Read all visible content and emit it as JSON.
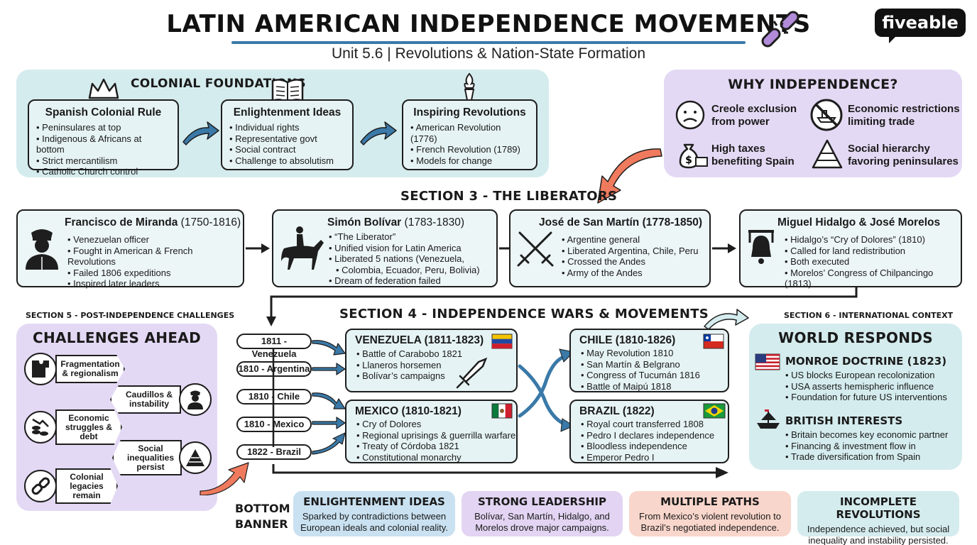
{
  "header": {
    "title": "LATIN AMERICAN INDEPENDENCE MOVEMENTS",
    "subtitle": "Unit 5.6 | Revolutions & Nation-State Formation",
    "logo": "fiveable"
  },
  "colonial": {
    "heading": "COLONIAL FOUNDATIONS",
    "cards": [
      {
        "title": "Spanish Colonial Rule",
        "items": [
          "Peninsulares at top",
          "Indigenous & Africans at bottom",
          "Strict mercantilism",
          "Catholic Church control"
        ]
      },
      {
        "title": "Enlightenment Ideas",
        "items": [
          "Individual rights",
          "Representative govt",
          "Social contract",
          "Challenge to absolutism"
        ]
      },
      {
        "title": "Inspiring Revolutions",
        "items": [
          "American Revolution (1776)",
          "French Revolution (1789)",
          "Models for change"
        ]
      }
    ]
  },
  "why": {
    "heading": "WHY INDEPENDENCE?",
    "items": [
      {
        "line1": "Creole exclusion",
        "line2": "from power"
      },
      {
        "line1": "Economic restrictions",
        "line2": "limiting trade"
      },
      {
        "line1": "High taxes",
        "line2": "benefiting Spain"
      },
      {
        "line1": "Social hierarchy",
        "line2": "favoring peninsulares"
      }
    ]
  },
  "section3": {
    "heading": "SECTION 3 - THE LIBERATORS",
    "cards": [
      {
        "name": "Francisco de Miranda",
        "years": "(1750-1816)",
        "items": [
          "Venezuelan officer",
          "Fought in American & French Revolutions",
          "Failed 1806 expeditions",
          "Inspired later leaders"
        ]
      },
      {
        "name": "Simón Bolívar",
        "years": "(1783-1830)",
        "items": [
          "“The Liberator”",
          "Unified vision for Latin America",
          "Liberated 5 nations (Venezuela,",
          "Colombia, Ecuador, Peru, Bolivia)",
          "Dream of federation failed"
        ]
      },
      {
        "name": "José de San Martín",
        "years": "(1778-1850)",
        "items": [
          "Argentine general",
          "Liberated Argentina, Chile, Peru",
          "Crossed the Andes",
          "Army of the Andes"
        ]
      },
      {
        "name": "Miguel Hidalgo & José Morelos",
        "years": "",
        "items": [
          "Hidalgo’s “Cry of Dolores” (1810)",
          "Called for land redistribution",
          "Both executed",
          "Morelos’ Congress of Chilpancingo (1813)"
        ]
      }
    ]
  },
  "section4": {
    "heading": "SECTION 4 - INDEPENDENCE WARS & MOVEMENTS",
    "timeline": [
      "1811 - Venezuela",
      "1810 - Argentina",
      "1810 - Chile",
      "1810 - Mexico",
      "1822 - Brazil"
    ],
    "cards": [
      {
        "title": "VENEZUELA (1811-1823)",
        "items": [
          "Battle of Carabobo 1821",
          "Llaneros horsemen",
          "Bolívar’s campaigns"
        ]
      },
      {
        "title": "MEXICO (1810-1821)",
        "items": [
          "Cry of Dolores",
          "Regional uprisings & guerrilla warfare",
          "Treaty of Córdoba 1821",
          "Constitutional monarchy"
        ]
      },
      {
        "title": "CHILE (1810-1826)",
        "items": [
          "May Revolution 1810",
          "San Martín & Belgrano",
          "Congress of Tucumán 1816",
          "Battle of Maipú 1818"
        ]
      },
      {
        "title": "BRAZIL (1822)",
        "items": [
          "Royal court transferred 1808",
          "Pedro I declares independence",
          "Bloodless independence",
          "Emperor Pedro I"
        ]
      }
    ]
  },
  "section5": {
    "label": "SECTION 5 - POST-INDEPENDENCE CHALLENGES",
    "heading": "CHALLENGES AHEAD",
    "items": [
      {
        "l1": "Fragmentation",
        "l2": "& regionalism",
        "l3": ""
      },
      {
        "l1": "Caudillos &",
        "l2": "instability",
        "l3": ""
      },
      {
        "l1": "Economic",
        "l2": "struggles &",
        "l3": "debt"
      },
      {
        "l1": "Social",
        "l2": "inequalities",
        "l3": "persist"
      },
      {
        "l1": "Colonial",
        "l2": "legacies",
        "l3": "remain"
      }
    ]
  },
  "section6": {
    "label": "SECTION 6 - INTERNATIONAL CONTEXT",
    "heading": "WORLD RESPONDS",
    "monroe": {
      "title": "MONROE DOCTRINE (1823)",
      "items": [
        "US blocks European recolonization",
        "USA asserts hemispheric influence",
        "Foundation for future US interventions"
      ]
    },
    "british": {
      "title": "BRITISH INTERESTS",
      "items": [
        "Britain becomes key economic partner",
        "Financing & investment flow in",
        "Trade diversification from Spain"
      ]
    }
  },
  "bottom": {
    "label_line1": "BOTTOM",
    "label_line2": "BANNER",
    "boxes": [
      {
        "title": "ENLIGHTENMENT IDEAS",
        "l1": "Sparked by contradictions between",
        "l2": "European ideals and colonial reality.",
        "color": "#c9e1f1"
      },
      {
        "title": "STRONG LEADERSHIP",
        "l1": "Bolívar, San Martín, Hidalgo, and",
        "l2": "Morelos drove major campaigns.",
        "color": "#e2d4f2"
      },
      {
        "title": "MULTIPLE PATHS",
        "l1": "From Mexico’s violent revolution to",
        "l2": "Brazil’s negotiated independence.",
        "color": "#f9d6cb"
      },
      {
        "title": "INCOMPLETE REVOLUTIONS",
        "l1": "Independence achieved, but social",
        "l2": "inequality and instability persisted.",
        "color": "#d5ecee"
      }
    ]
  },
  "colors": {
    "accent": "#3a79a8",
    "teal": "#d5ecee",
    "lavender": "#e4d9f4",
    "salmon": "#f07a5e"
  }
}
